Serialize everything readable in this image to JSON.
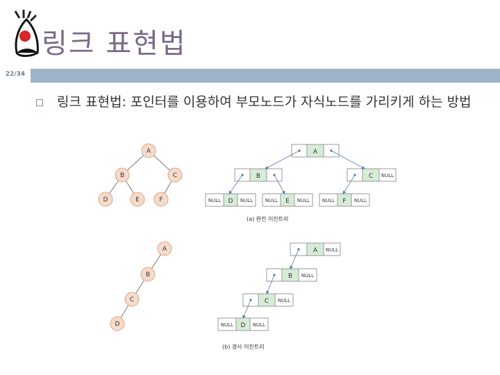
{
  "slide": {
    "title": "링크 표현법",
    "page": "22/34",
    "bullet": "링크 표현법: 포인터를 이용하여 부모노드가 자식노드를 가리키게 하는 방법"
  },
  "diagram": {
    "complete_tree": {
      "nodes": [
        "A",
        "B",
        "C",
        "D",
        "E",
        "F"
      ],
      "linked": [
        {
          "left": "",
          "data": "A",
          "right": ""
        },
        {
          "left": "",
          "data": "B",
          "right": ""
        },
        {
          "left": "",
          "data": "C",
          "right": "NULL"
        },
        {
          "left": "NULL",
          "data": "D",
          "right": "NULL"
        },
        {
          "left": "NULL",
          "data": "E",
          "right": "NULL"
        },
        {
          "left": "NULL",
          "data": "F",
          "right": "NULL"
        }
      ],
      "caption": "(a) 완전 이진트리"
    },
    "skewed_tree": {
      "nodes": [
        "A",
        "B",
        "C",
        "D"
      ],
      "linked": [
        {
          "left": "",
          "data": "A",
          "right": "NULL"
        },
        {
          "left": "",
          "data": "B",
          "right": "NULL"
        },
        {
          "left": "",
          "data": "C",
          "right": "NULL"
        },
        {
          "left": "NULL",
          "data": "D",
          "right": "NULL"
        }
      ],
      "caption": "(b) 경사 이진트리"
    }
  },
  "colors": {
    "node_fill": "#f3dccb",
    "node_stroke": "#e8a27a",
    "data_fill": "#d6ecd6",
    "bar": "#9fb3c8"
  }
}
